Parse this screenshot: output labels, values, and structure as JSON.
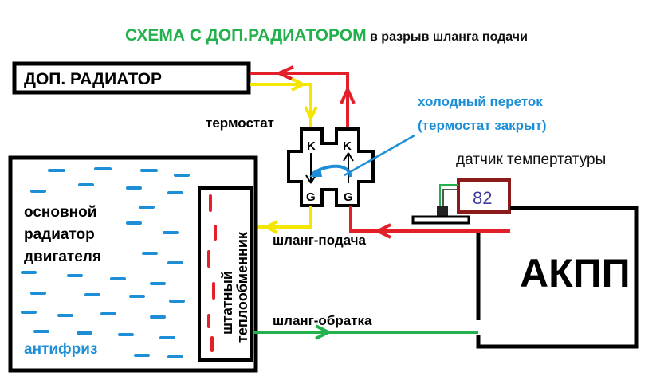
{
  "title": {
    "main": "СХЕМА С ДОП.РАДИАТОРОМ",
    "rest": " в разрыв шланга подачи"
  },
  "labels": {
    "extra_radiator": "ДОП. РАДИАТОР",
    "thermostat": "термостат",
    "cold_bypass_line1": "холодный переток",
    "cold_bypass_line2": "(термостат закрыт)",
    "temp_sensor": "датчик темпертатуры",
    "sensor_value": "82",
    "main_radiator_line1": "основной",
    "main_radiator_line2": "радиатор",
    "main_radiator_line3": "двигателя",
    "heat_exchanger_line1": "штатный",
    "heat_exchanger_line2": "теплообменник",
    "antifreeze": "антифриз",
    "supply_hose": "шланг-подача",
    "return_hose": "шланг-обратка",
    "transmission": "АКПП",
    "port_k_left": "K",
    "port_k_right": "K",
    "port_g_left": "G",
    "port_g_right": "G"
  },
  "colors": {
    "title_green": "#22b14c",
    "hot_red": "#e3202a",
    "cool_yellow": "#f5e600",
    "return_green": "#22b14c",
    "bypass_blue": "#1e8fd6",
    "antifreeze_blue": "#1e8fd6",
    "sensor_box": "#8b1a1a",
    "sensor_text": "#3c3c9c",
    "outline": "#000000"
  }
}
